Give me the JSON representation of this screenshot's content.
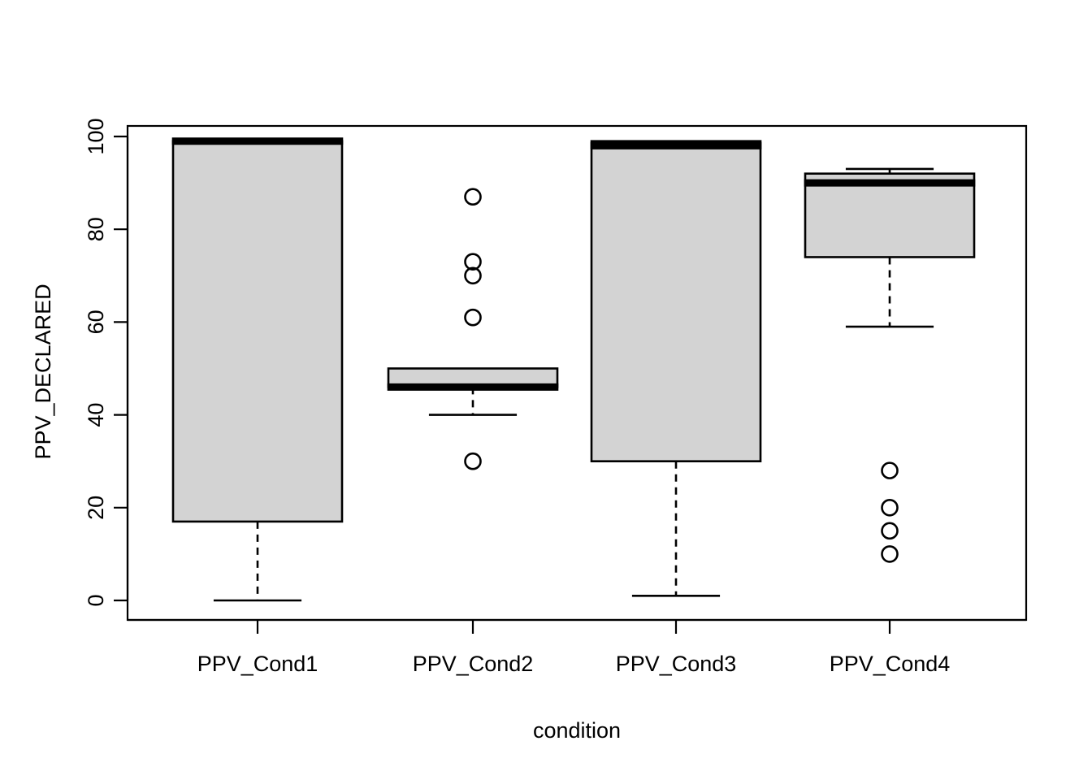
{
  "chart_data": {
    "type": "boxplot",
    "title": "",
    "xlabel": "condition",
    "ylabel": "PPV_DECLARED",
    "categories": [
      "PPV_Cond1",
      "PPV_Cond2",
      "PPV_Cond3",
      "PPV_Cond4"
    ],
    "ylim": [
      0,
      100
    ],
    "yticks": [
      0,
      20,
      40,
      60,
      80,
      100
    ],
    "ytick_labels": [
      "0",
      "20",
      "40",
      "60",
      "80",
      "100"
    ],
    "grid": false,
    "legend": null,
    "box_fill": "#d3d3d3",
    "box_stroke": "#000000",
    "boxes": [
      {
        "name": "PPV_Cond1",
        "lower_whisker": 0,
        "q1": 17,
        "median": 99,
        "q3": 99,
        "upper_whisker": 99,
        "outliers": []
      },
      {
        "name": "PPV_Cond2",
        "lower_whisker": 40,
        "q1": 46,
        "median": 46,
        "q3": 50,
        "upper_whisker": 50,
        "outliers": [
          87,
          73,
          70,
          61,
          30
        ]
      },
      {
        "name": "PPV_Cond3",
        "lower_whisker": 1,
        "q1": 30,
        "median": 98,
        "q3": 99,
        "upper_whisker": 99,
        "outliers": []
      },
      {
        "name": "PPV_Cond4",
        "lower_whisker": 59,
        "q1": 74,
        "median": 90,
        "q3": 92,
        "upper_whisker": 93,
        "outliers": [
          28,
          20,
          15,
          10
        ]
      }
    ]
  },
  "axes": {
    "y_title": "PPV_DECLARED",
    "x_title": "condition",
    "y_tick_labels": [
      "0",
      "20",
      "40",
      "60",
      "80",
      "100"
    ],
    "x_tick_labels": [
      "PPV_Cond1",
      "PPV_Cond2",
      "PPV_Cond3",
      "PPV_Cond4"
    ]
  }
}
